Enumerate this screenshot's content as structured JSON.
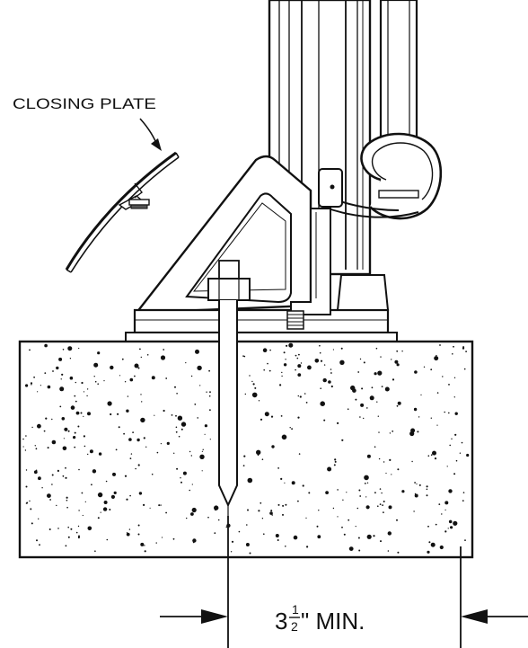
{
  "callout": {
    "label": "CLOSING PLATE"
  },
  "dimension": {
    "whole": "3",
    "frac_num": "1",
    "frac_den": "2",
    "suffix": "\" MIN."
  }
}
